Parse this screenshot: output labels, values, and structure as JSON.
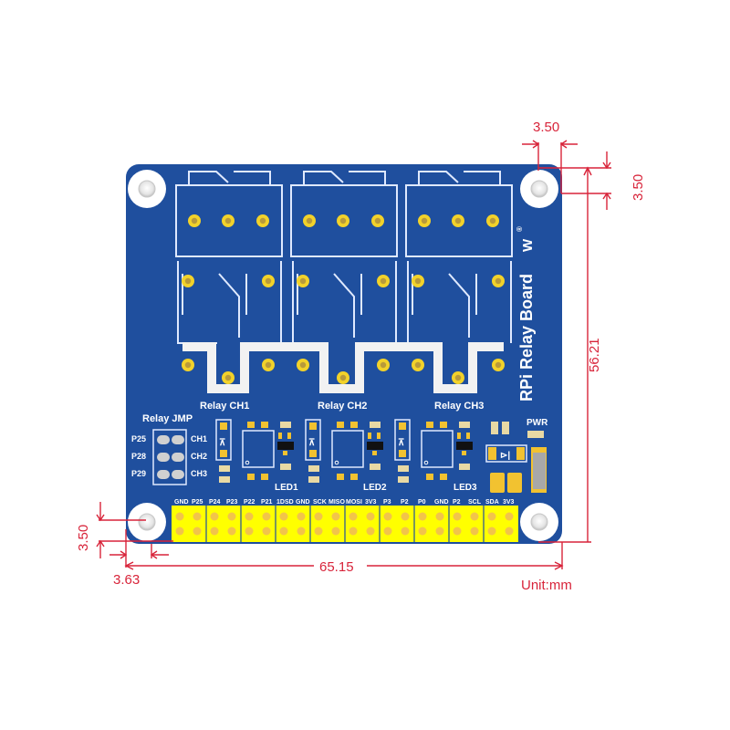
{
  "board": {
    "title": "RPi Relay Board",
    "brand_logo": "waveshare-logo-icon",
    "registered_mark": "®",
    "colors": {
      "pcb": "#1f4f9e",
      "pcb_dark": "#173f85",
      "silk": "#ffffff",
      "pad": "#f2c230",
      "header": "#ffff00",
      "dimension": "#d8243a"
    },
    "relays": [
      {
        "label": "Relay CH1",
        "led": "LED1"
      },
      {
        "label": "Relay CH2",
        "led": "LED2"
      },
      {
        "label": "Relay CH3",
        "led": "LED3"
      }
    ],
    "jumper": {
      "title": "Relay JMP",
      "rows": [
        {
          "pin": "P25",
          "channel": "CH1"
        },
        {
          "pin": "P28",
          "channel": "CH2"
        },
        {
          "pin": "P29",
          "channel": "CH3"
        }
      ]
    },
    "power_label": "PWR",
    "gpio_header_top_labels": [
      "GND",
      "P25",
      "P24",
      "P23",
      "P22",
      "P21",
      "1DSD",
      "GND",
      "SCK",
      "MISO",
      "MOSI",
      "3V3",
      "P3",
      "P2",
      "P0",
      "GND",
      "P2",
      "SCL",
      "SDA",
      "3V3"
    ]
  },
  "dimensions": {
    "top_offset_x": "3.50",
    "top_offset_y": "3.50",
    "height": "56.21",
    "width": "65.15",
    "bottom_offset_y": "3.50",
    "left_offset_x": "3.63",
    "unit": "Unit:mm"
  }
}
